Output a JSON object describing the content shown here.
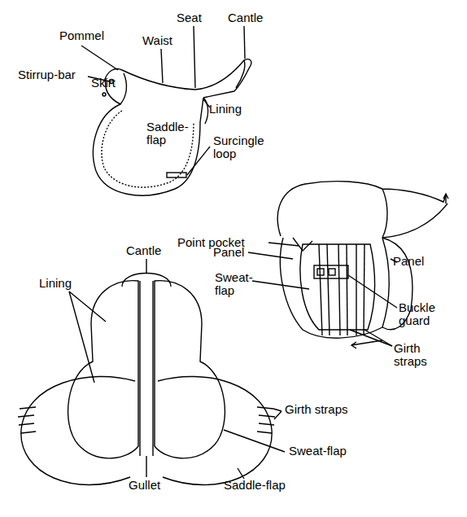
{
  "diagram": {
    "labels": [
      "Pommel",
      "Waist",
      "Seat",
      "Cantle",
      "Stirrup-bar",
      "Skirt",
      "Saddle-flap",
      "Lining",
      "Surcingle loop",
      "Point pocket",
      "Panel",
      "Sweat-flap",
      "Panel",
      "Buckle guard",
      "Girth straps",
      "Cantle",
      "Lining",
      "Girth straps",
      "Sweat-flap",
      "Gullet",
      "Saddle-flap"
    ]
  }
}
